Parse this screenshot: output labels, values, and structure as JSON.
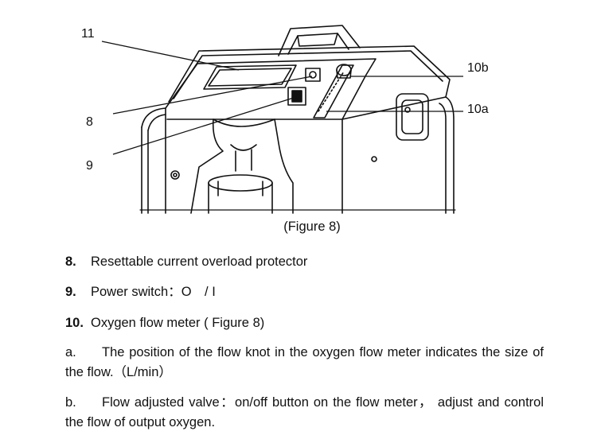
{
  "figure": {
    "callouts": {
      "c11": "11",
      "c8": "8",
      "c9": "9",
      "c10b": "10b",
      "c10a": "10a"
    },
    "caption": "(Figure 8)"
  },
  "items": [
    {
      "num": "8.",
      "text": "Resettable current overload protector"
    },
    {
      "num": "9.",
      "text": "Power switch：O　/ I"
    },
    {
      "num": "10.",
      "text": "Oxygen flow meter ( Figure 8)"
    }
  ],
  "paragraphs": [
    {
      "label": "a.",
      "text": "The position of the flow knot in the oxygen flow meter indicates the size of the flow.（L/min）"
    },
    {
      "label": "b.",
      "text": "Flow adjusted valve：on/off button on the flow meter， adjust and control the flow of output oxygen."
    }
  ]
}
